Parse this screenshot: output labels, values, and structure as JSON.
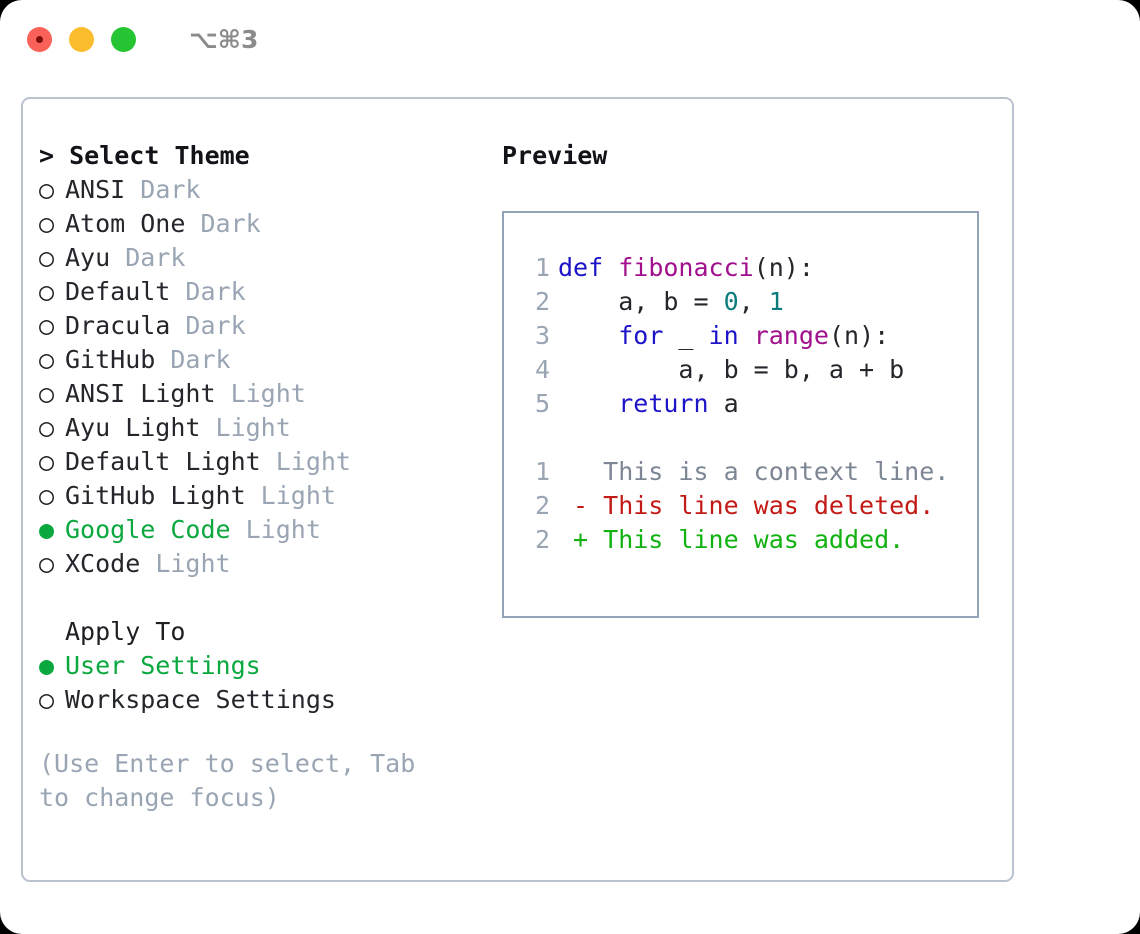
{
  "window": {
    "shortcut": "⌥⌘3",
    "traffic_lights": [
      "close-red",
      "minimize-yellow",
      "zoom-green"
    ]
  },
  "colors": {
    "selected_green": "#0ba83f",
    "muted_gray": "#9aa5b4",
    "panel_border": "#b9c2ce",
    "code_border": "#93a3b8",
    "keyword_blue": "#1d14c7",
    "function_magenta": "#a0108c",
    "number_teal": "#0b7b7b",
    "diff_deleted_red": "#c21b17",
    "diff_added_green": "#11b211",
    "diff_context_gray": "#7d8794"
  },
  "theme_picker": {
    "heading": "> Select Theme",
    "items": [
      {
        "name": "ANSI",
        "variant": "Dark",
        "selected": false
      },
      {
        "name": "Atom One",
        "variant": "Dark",
        "selected": false
      },
      {
        "name": "Ayu",
        "variant": "Dark",
        "selected": false
      },
      {
        "name": "Default",
        "variant": "Dark",
        "selected": false
      },
      {
        "name": "Dracula",
        "variant": "Dark",
        "selected": false
      },
      {
        "name": "GitHub",
        "variant": "Dark",
        "selected": false
      },
      {
        "name": "ANSI Light",
        "variant": "Light",
        "selected": false
      },
      {
        "name": "Ayu Light",
        "variant": "Light",
        "selected": false
      },
      {
        "name": "Default Light",
        "variant": "Light",
        "selected": false
      },
      {
        "name": "GitHub Light",
        "variant": "Light",
        "selected": false
      },
      {
        "name": "Google Code",
        "variant": "Light",
        "selected": true
      },
      {
        "name": "XCode",
        "variant": "Light",
        "selected": false
      }
    ],
    "radio_on_glyph": "●",
    "radio_off_glyph": "○"
  },
  "apply_to": {
    "heading": "Apply To",
    "options": [
      {
        "label": "User Settings",
        "selected": true
      },
      {
        "label": "Workspace Settings",
        "selected": false
      }
    ]
  },
  "hint": "(Use Enter to select, Tab to change focus)",
  "preview": {
    "title": "Preview",
    "code_lines": [
      {
        "num": "1",
        "tokens": [
          {
            "t": "def",
            "c": "kw"
          },
          {
            "t": " ",
            "c": "pl"
          },
          {
            "t": "fibonacci",
            "c": "fn"
          },
          {
            "t": "(n):",
            "c": "pl"
          }
        ]
      },
      {
        "num": "2",
        "tokens": [
          {
            "t": "    a, b = ",
            "c": "pl"
          },
          {
            "t": "0",
            "c": "num"
          },
          {
            "t": ", ",
            "c": "pl"
          },
          {
            "t": "1",
            "c": "num"
          }
        ]
      },
      {
        "num": "3",
        "tokens": [
          {
            "t": "    ",
            "c": "pl"
          },
          {
            "t": "for",
            "c": "kw"
          },
          {
            "t": " _ ",
            "c": "pl"
          },
          {
            "t": "in",
            "c": "kw"
          },
          {
            "t": " ",
            "c": "pl"
          },
          {
            "t": "range",
            "c": "fn"
          },
          {
            "t": "(n):",
            "c": "pl"
          }
        ]
      },
      {
        "num": "4",
        "tokens": [
          {
            "t": "        a, b = b, a + b",
            "c": "pl"
          }
        ]
      },
      {
        "num": "5",
        "tokens": [
          {
            "t": "    ",
            "c": "pl"
          },
          {
            "t": "return",
            "c": "kw"
          },
          {
            "t": " a",
            "c": "pl"
          }
        ]
      }
    ],
    "diff_lines": [
      {
        "num": "1",
        "marker": " ",
        "text": " This is a context line.",
        "kind": "ctx"
      },
      {
        "num": "2",
        "marker": "-",
        "text": " This line was deleted.",
        "kind": "del"
      },
      {
        "num": "2",
        "marker": "+",
        "text": " This line was added.",
        "kind": "add"
      }
    ]
  }
}
